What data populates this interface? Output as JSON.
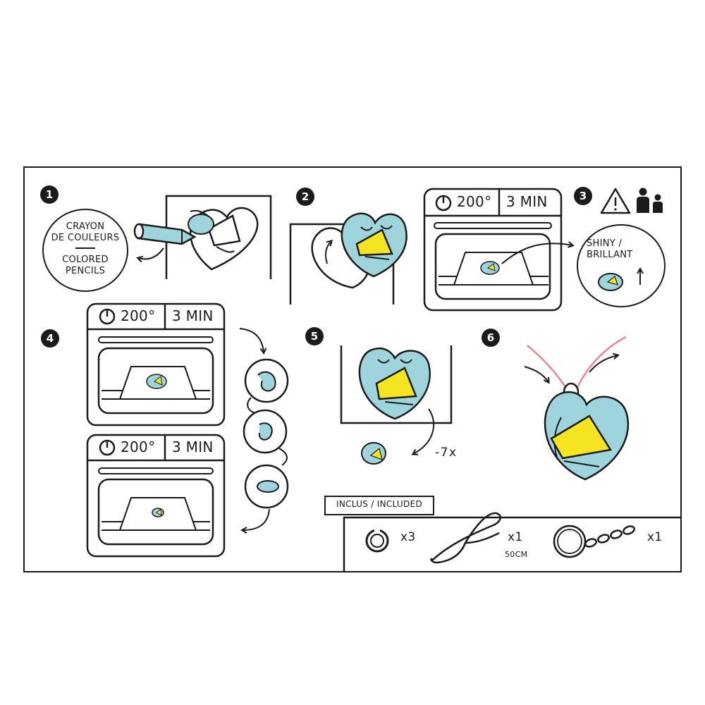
{
  "colors": {
    "ink": "#1b1b1b",
    "blue": "#9fd4dc",
    "yellow": "#f4e421",
    "pink": "#e8888e",
    "paper": "#ffffff"
  },
  "steps": {
    "s1": {
      "number": "1",
      "label_fr_1": "CRAYON",
      "label_fr_2": "DE COULEURS",
      "label_en_1": "COLORED",
      "label_en_2": "PENCILS"
    },
    "s2": {
      "number": "2"
    },
    "s3": {
      "number": "3",
      "shiny_1": "SHINY /",
      "shiny_2": "BRILLANT"
    },
    "s4": {
      "number": "4"
    },
    "s5": {
      "number": "5",
      "repeat": "-7x"
    },
    "s6": {
      "number": "6"
    }
  },
  "oven": {
    "temperature": "200°",
    "time": "3 MIN"
  },
  "included": {
    "title": "INCLUS / INCLUDED",
    "rings_qty": "x3",
    "cord_qty": "x1",
    "cord_length": "50CM",
    "keyring_qty": "x1"
  },
  "icons": [
    "warning-icon",
    "adult-child-icon",
    "timer-icon",
    "pencil-icon",
    "heart-character-icon",
    "ring-icon",
    "cord-icon",
    "keychain-icon"
  ]
}
